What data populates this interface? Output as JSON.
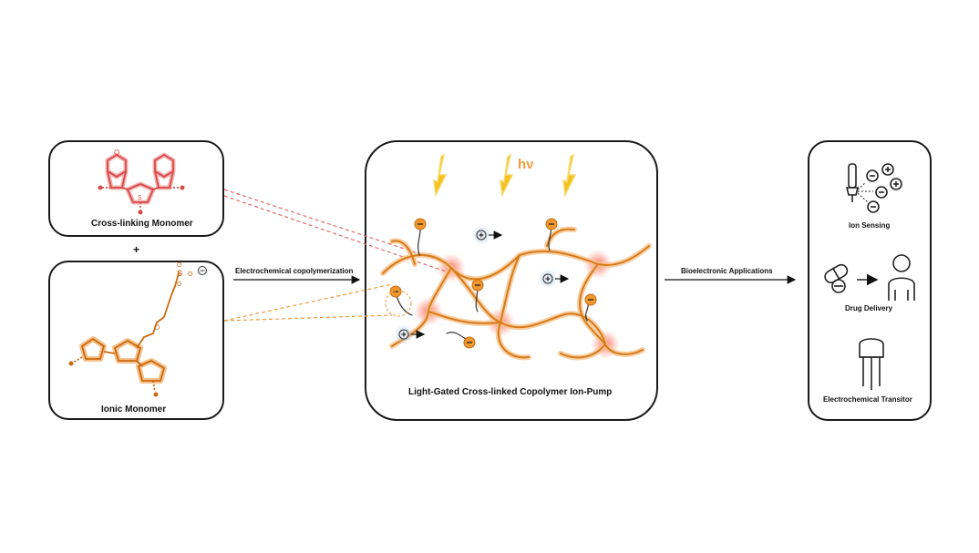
{
  "monomers": {
    "crosslinking_label": "Cross-linking Monomer",
    "plus": "+",
    "ionic_label": "Ionic Monomer",
    "sulfonate_atoms": [
      "S",
      "O",
      "O",
      "O"
    ],
    "ether_atom": "O",
    "thiophene_atom": "S"
  },
  "process": {
    "copolymerization_label": "Electrochemical copolymerization",
    "light_label": "hν",
    "pump_label": "Light-Gated Cross-linked Copolymer Ion-Pump"
  },
  "applications": {
    "arrow_label": "Bioelectronic Applications",
    "items": [
      {
        "label": "Ion Sensing",
        "icon": "ion-sensing-icon"
      },
      {
        "label": "Drug Delivery",
        "icon": "drug-delivery-icon"
      },
      {
        "label": "Electrochemical Transitor",
        "icon": "transistor-icon"
      }
    ]
  },
  "colors": {
    "crosslink": "#e26a6a",
    "ionic": "#ef9a3c",
    "polymer": "#e8902e",
    "glow": "#ff6a5a",
    "lightning": "#f5c21b",
    "cation": "#a8c4dd",
    "outline": "#1a1a1a"
  }
}
